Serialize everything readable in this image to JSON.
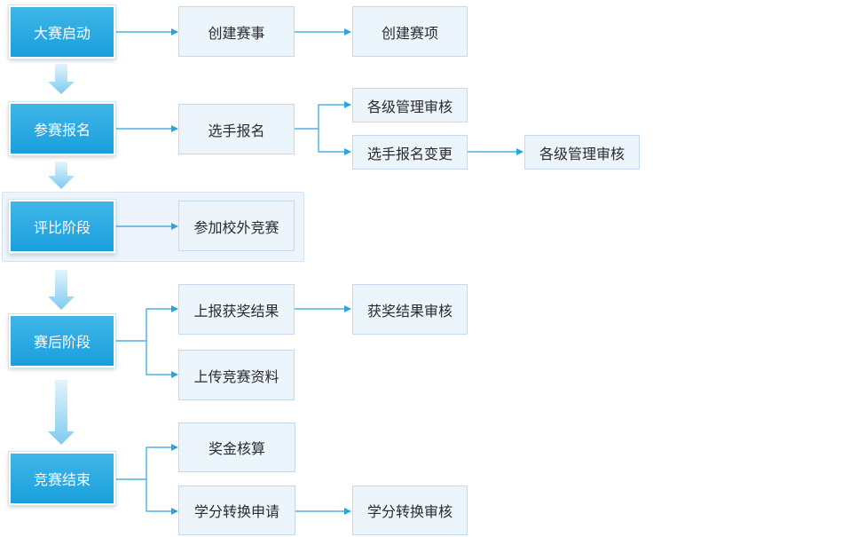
{
  "stages": [
    {
      "id": "s1",
      "label": "大赛启动"
    },
    {
      "id": "s2",
      "label": "参赛报名"
    },
    {
      "id": "s3",
      "label": "评比阶段"
    },
    {
      "id": "s4",
      "label": "赛后阶段"
    },
    {
      "id": "s5",
      "label": "竞赛结束"
    }
  ],
  "steps": [
    {
      "id": "a1",
      "label": "创建赛事"
    },
    {
      "id": "a2",
      "label": "创建赛项"
    },
    {
      "id": "b1",
      "label": "选手报名"
    },
    {
      "id": "b2",
      "label": "各级管理审核"
    },
    {
      "id": "b3",
      "label": "选手报名变更"
    },
    {
      "id": "b4",
      "label": "各级管理审核"
    },
    {
      "id": "c1",
      "label": "参加校外竞赛"
    },
    {
      "id": "d1",
      "label": "上报获奖结果"
    },
    {
      "id": "d2",
      "label": "获奖结果审核"
    },
    {
      "id": "d3",
      "label": "上传竞赛资料"
    },
    {
      "id": "e1",
      "label": "奖金核算"
    },
    {
      "id": "e2",
      "label": "学分转换申请"
    },
    {
      "id": "e3",
      "label": "学分转换审核"
    }
  ],
  "colors": {
    "stage": "#1a9fdc",
    "step_bg": "#edf5fc",
    "step_border": "#c5daec",
    "arrow": "#2aa5de",
    "flow_arrow": "#8fd0f1"
  }
}
